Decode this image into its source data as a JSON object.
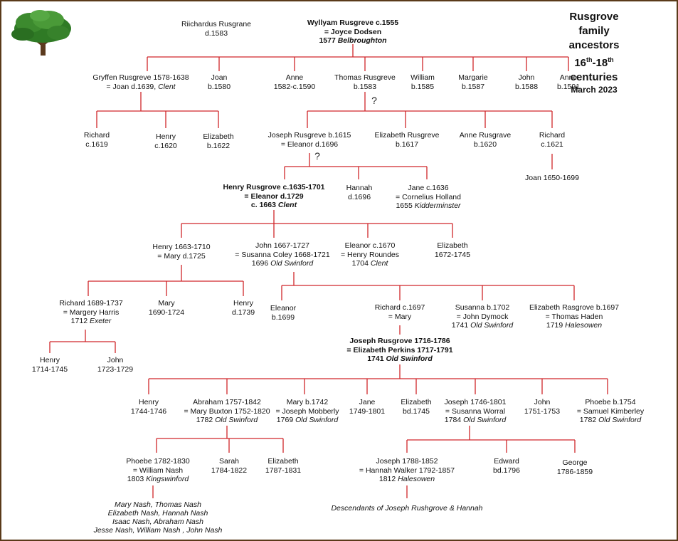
{
  "title": {
    "line1": "Rusgrove family ancestors",
    "line2_a": "16",
    "line2_sup1": "th",
    "line2_b": "-18",
    "line2_sup2": "th",
    "line2_c": " centuries",
    "date": "March 2023"
  },
  "colors": {
    "line": "#d0262a",
    "border": "#5a3a1a",
    "tree_leaf": "#3c8a2e",
    "tree_trunk": "#5b3a1e"
  },
  "icons": {
    "logo": "oak-tree-icon"
  },
  "gen1": {
    "riichardus": {
      "l1": "Riichardus Rusgrane",
      "l2": "d.1583"
    },
    "wyllyam": {
      "l1": "Wyllyam Rusgreve c.1555",
      "l2": "= Joyce Dodsen",
      "l3a": "1577 ",
      "l3b": "Belbroughton"
    }
  },
  "gen2": [
    {
      "l1": "Gryffen Rusgreve 1578-1638",
      "l2a": "= Joan d.1639, ",
      "l2b": "Clent"
    },
    {
      "l1": "Joan",
      "l2": "b.1580"
    },
    {
      "l1": "Anne",
      "l2": "1582-c.1590"
    },
    {
      "l1": "Thomas Rusgreve",
      "l2": "b.1583"
    },
    {
      "l1": "William",
      "l2": "b.1585"
    },
    {
      "l1": "Margarie",
      "l2": "b.1587"
    },
    {
      "l1": "John",
      "l2": "b.1588"
    },
    {
      "l1": "Anne",
      "l2": "b.1591"
    }
  ],
  "gryffen_children": [
    {
      "l1": "Richard",
      "l2": "c.1619"
    },
    {
      "l1": "Henry",
      "l2": "c.1620"
    },
    {
      "l1": "Elizabeth",
      "l2": "b.1622"
    }
  ],
  "thomas_children": [
    {
      "l1": "Joseph Rusgreve  b.1615",
      "l2": "= Eleanor d.1696"
    },
    {
      "l1": "Elizabeth Rusgreve",
      "l2": "b.1617"
    },
    {
      "l1": "Anne Rusgrave",
      "l2": "b.1620"
    },
    {
      "l1": "Richard",
      "l2": "c.1621"
    }
  ],
  "joan_1650": "Joan 1650-1699",
  "question_marks": [
    "?",
    "?"
  ],
  "joseph1615_children": {
    "henry": {
      "l1": "Henry Rusgrove c.1635-1701",
      "l2": "= Eleanor d.1729",
      "l3a": "c. 1663 ",
      "l3b": "Clent"
    },
    "hannah": {
      "l1": "Hannah",
      "l2": "d.1696"
    },
    "jane": {
      "l1": "Jane c.1636",
      "l2": "= Cornelius Holland",
      "l3a": "1655 ",
      "l3b": "Kidderminster"
    }
  },
  "henry1635_children": [
    {
      "l1": "Henry 1663-1710",
      "l2": "= Mary d.1725"
    },
    {
      "l1": "John 1667-1727",
      "l2": "= Susanna Coley 1668-1721",
      "l3a": "1696 ",
      "l3b": "Old Swinford"
    },
    {
      "l1": "Eleanor c.1670",
      "l2": "= Henry Roundes",
      "l3a": "1704 ",
      "l3b": "Clent"
    },
    {
      "l1": "Elizabeth",
      "l2": "1672-1745"
    }
  ],
  "henry1663_children": [
    {
      "l1": "Richard 1689-1737",
      "l2": "= Margery Harris",
      "l3a": "1712 ",
      "l3b": "Exeter"
    },
    {
      "l1": "Mary",
      "l2": "1690-1724"
    },
    {
      "l1": "Henry",
      "l2": "d.1739"
    }
  ],
  "richard1689_children": [
    {
      "l1": "Henry",
      "l2": "1714-1745"
    },
    {
      "l1": "John",
      "l2": "1723-1729"
    }
  ],
  "john1667_children": [
    {
      "l1": "Eleanor",
      "l2": "b.1699"
    },
    {
      "l1": "Richard c.1697",
      "l2": "= Mary"
    },
    {
      "l1": "Susanna b.1702",
      "l2": "= John Dymock",
      "l3a": "1741 ",
      "l3b": "Old Swinford"
    },
    {
      "l1": "Elizabeth Rasgrove b.1697",
      "l2": "= Thomas Haden",
      "l3a": "1719 ",
      "l3b": "Halesowen"
    }
  ],
  "joseph1716": {
    "l1": "Joseph Rusgrove 1716-1786",
    "l2": "= Elizabeth Perkins 1717-1791",
    "l3a": "1741 ",
    "l3b": "Old Swinford"
  },
  "joseph1716_children": [
    {
      "l1": "Henry",
      "l2": "1744-1746"
    },
    {
      "l1": "Abraham 1757-1842",
      "l2": "= Mary Buxton 1752-1820",
      "l3a": "1782 ",
      "l3b": "Old Swinford"
    },
    {
      "l1": "Mary b.1742",
      "l2": "= Joseph Mobberly",
      "l3a": "1769 ",
      "l3b": "Old Swinford"
    },
    {
      "l1": "Jane",
      "l2": "1749-1801"
    },
    {
      "l1": "Elizabeth",
      "l2": "bd.1745"
    },
    {
      "l1": "Joseph 1746-1801",
      "l2": "= Susanna Worral",
      "l3a": "1784 ",
      "l3b": "Old Swinford"
    },
    {
      "l1": "John",
      "l2": "1751-1753"
    },
    {
      "l1": "Phoebe b.1754",
      "l2": "= Samuel Kimberley",
      "l3a": "1782 ",
      "l3b": "Old Swinford"
    }
  ],
  "abraham_children": [
    {
      "l1": "Phoebe 1782-1830",
      "l2": "= William Nash",
      "l3a": "1803 ",
      "l3b": "Kingswinford"
    },
    {
      "l1": "Sarah",
      "l2": "1784-1822"
    },
    {
      "l1": "Elizabeth",
      "l2": "1787-1831"
    }
  ],
  "joseph1746_children": [
    {
      "l1": "Joseph 1788-1852",
      "l2": "= Hannah Walker 1792-1857",
      "l3a": "1812 ",
      "l3b": "Halesowen"
    },
    {
      "l1": "Edward",
      "l2": "bd.1796"
    },
    {
      "l1": "George",
      "l2": "1786-1859"
    }
  ],
  "nash_descendants": [
    "Mary Nash, Thomas Nash",
    "Elizabeth Nash, Hannah Nash",
    "Isaac Nash, Abraham Nash",
    "Jesse Nash, William Nash , John Nash"
  ],
  "joseph1788_descendants": "Descendants of Joseph Rushgrove & Hannah"
}
